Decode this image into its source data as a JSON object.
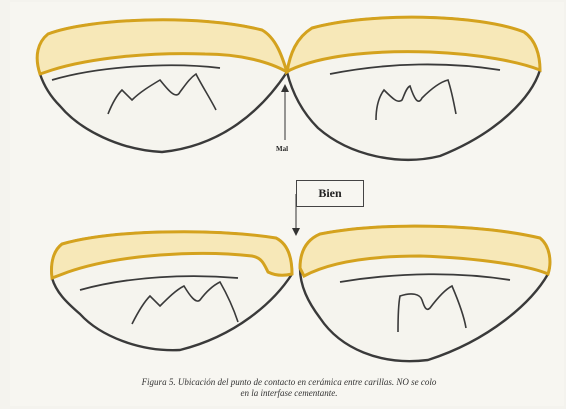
{
  "labels": {
    "wrong": "Mal",
    "right": "Bien"
  },
  "caption": {
    "line1": "Figura 5. Ubicación del punto de contacto en cerámica entre carillas. NO se colo",
    "line2": "en la interfase cementante."
  },
  "colors": {
    "veneer_fill": "#f7e8b8",
    "veneer_edge": "#d4a21e",
    "outline": "#3a3a3a",
    "paper": "#f4f3ee"
  }
}
